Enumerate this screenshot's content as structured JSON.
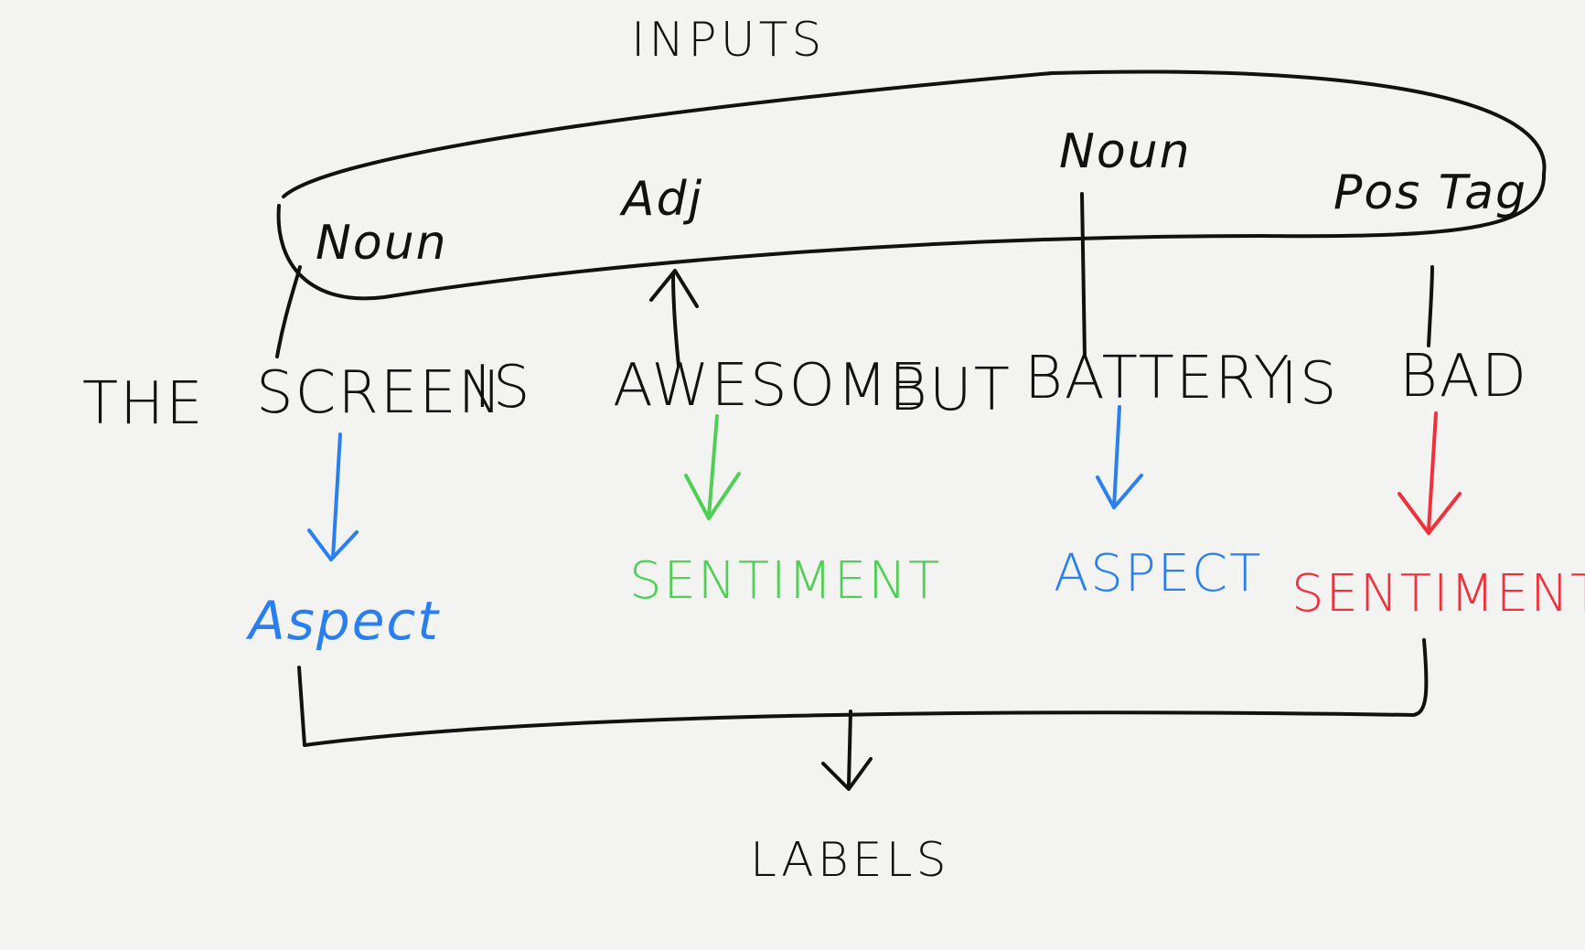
{
  "diagram": {
    "title_top": "INPUTS",
    "title_bottom": "LABELS",
    "sentence": {
      "words": [
        "THE",
        "SCREEN",
        "IS",
        "AWESOME",
        "BUT",
        "BATTERY",
        "IS",
        "BAD"
      ]
    },
    "pos_tags": {
      "noun_1": "Noun",
      "adj": "Adj",
      "noun_2": "Noun",
      "legend": "Pos Tag"
    },
    "labels": {
      "aspect_1": "Aspect",
      "sentiment_1": "SENTIMENT",
      "aspect_2": "ASPECT",
      "sentiment_2": "SENTIMENT"
    },
    "colors": {
      "ink": "#111111",
      "aspect": "#2a7ff0",
      "positive_sentiment": "#4fcf55",
      "negative_sentiment": "#f0303a",
      "background": "#f3f3f1"
    }
  }
}
